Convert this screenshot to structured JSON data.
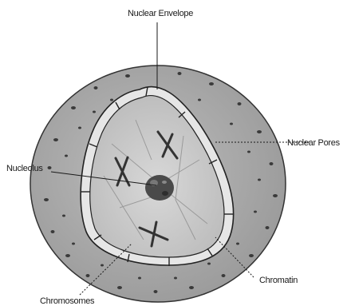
{
  "labels": {
    "nuclear_envelope": "Nuclear Envelope",
    "nuclear_pores": "Nuclear Pores",
    "nucleolus": "Nucleolus",
    "chromatin": "Chromatin",
    "chromosomes": "Chromosomes"
  },
  "colors": {
    "cytoplasm": "#a9a9a9",
    "nucleus": "#cfcfcf",
    "envelope": "#e8e8e8",
    "ink": "#1a1a1a"
  }
}
